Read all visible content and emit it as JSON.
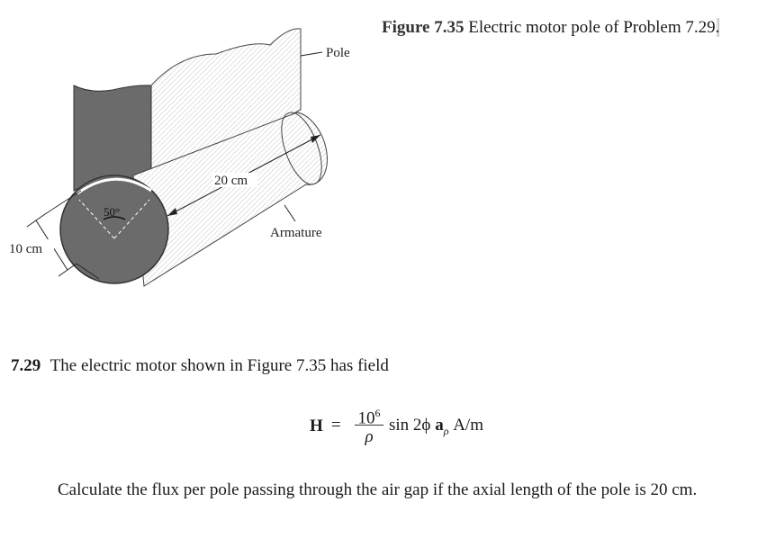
{
  "figure": {
    "labels": {
      "pole": "Pole",
      "armature": "Armature",
      "length": "20 cm",
      "angle": "50°",
      "diameter": "10 cm"
    }
  },
  "caption": {
    "number": "Figure 7.35",
    "text": "Electric motor pole of Problem 7.29",
    "suffix": "."
  },
  "problem": {
    "number": "7.29",
    "intro": "The electric motor shown in Figure 7.35 has field",
    "equation": {
      "lhs": "H",
      "equals": "=",
      "numerator_base": "10",
      "numerator_exp": "6",
      "denominator": "ρ",
      "factor": "sin 2ϕ",
      "unit_vector": "a",
      "unit_vector_sub": "ρ",
      "unit": "A/m"
    },
    "question": "Calculate the flux per pole passing through the air gap if the axial length of the pole is 20 cm."
  }
}
